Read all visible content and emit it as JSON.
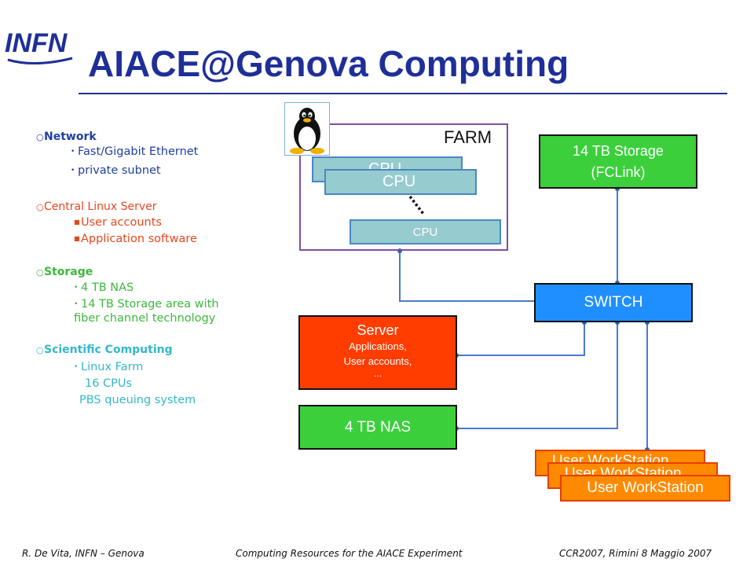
{
  "logo": {
    "text": "INFN"
  },
  "title": "AIACE@Genova Computing",
  "bullets": [
    {
      "heading": "Network",
      "color": "#1f3f9f",
      "bold": true,
      "items": [
        "Fast/Gigabit Ethernet",
        "private subnet"
      ]
    },
    {
      "heading": "Central Linux Server",
      "color": "#e8471c",
      "bold": false,
      "items": [
        "User accounts",
        "Application software"
      ]
    },
    {
      "heading": "Storage",
      "color": "#3cb83c",
      "bold": true,
      "items": [
        "4 TB NAS",
        "14 TB Storage area with",
        "fiber channel technology"
      ]
    },
    {
      "heading": "Scientific Computing",
      "color": "#35b7c9",
      "bold": true,
      "items": [
        "Linux Farm",
        "16 CPUs",
        "PBS queuing system"
      ]
    }
  ],
  "diagram": {
    "farm_label": "FARM",
    "cpu_labels": [
      "CPU",
      "CPU",
      "CPU"
    ],
    "storage": {
      "line1": "14 TB Storage",
      "line2": "(FCLink)"
    },
    "switch": "SWITCH",
    "server": {
      "title": "Server",
      "line1": "Applications,",
      "line2": "User accounts,",
      "line3": "…"
    },
    "nas": "4 TB NAS",
    "workstations": [
      "User WorkStation",
      "User WorkStation",
      "User WorkStation"
    ]
  },
  "footer": {
    "left": "R. De Vita, INFN – Genova",
    "center": "Computing Resources for the AIACE Experiment",
    "right": "CCR2007,  Rimini 8 Maggio 2007"
  }
}
